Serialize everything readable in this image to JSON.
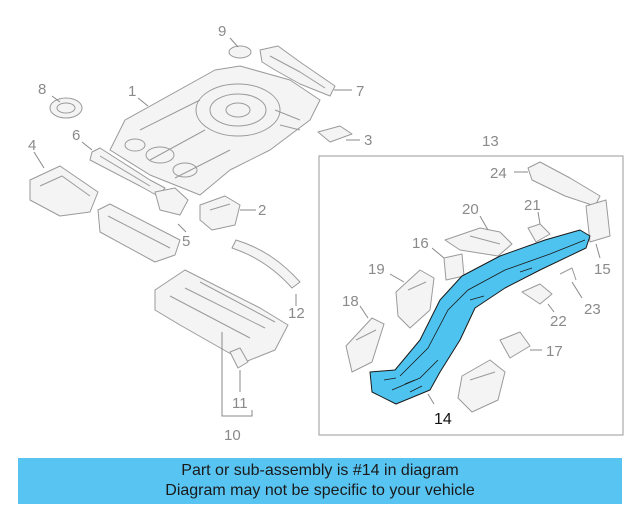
{
  "callouts": {
    "c1": "1",
    "c2": "2",
    "c3": "3",
    "c4": "4",
    "c5": "5",
    "c6": "6",
    "c7": "7",
    "c8": "8",
    "c9": "9",
    "c10": "10",
    "c11": "11",
    "c12": "12",
    "c13": "13",
    "c14": "14",
    "c15": "15",
    "c16": "16",
    "c17": "17",
    "c18": "18",
    "c19": "19",
    "c20": "20",
    "c21": "21",
    "c22": "22",
    "c23": "23",
    "c24": "24"
  },
  "highlight": {
    "part_number": "14",
    "color": "#4fc3ef"
  },
  "banner": {
    "line1": "Part or sub-assembly is #14 in diagram",
    "line2": "Diagram may not be specific to your vehicle",
    "background": "#58c4f2"
  }
}
